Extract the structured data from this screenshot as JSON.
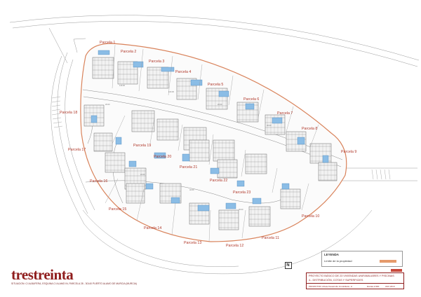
{
  "parcels": [
    {
      "label": "Parcela 1"
    },
    {
      "label": "Parcela 2"
    },
    {
      "label": "Parcela 3"
    },
    {
      "label": "Parcela 4"
    },
    {
      "label": "Parcela 5"
    },
    {
      "label": "Parcela 6"
    },
    {
      "label": "Parcela 7"
    },
    {
      "label": "Parcela 8"
    },
    {
      "label": "Parcela 9"
    },
    {
      "label": "Parcela 10"
    },
    {
      "label": "Parcela 11"
    },
    {
      "label": "Parcela 12"
    },
    {
      "label": "Parcela 13"
    },
    {
      "label": "Parcela 14"
    },
    {
      "label": "Parcela 15"
    },
    {
      "label": "Parcela 16"
    },
    {
      "label": "Parcela 17"
    },
    {
      "label": "Parcela 18"
    },
    {
      "label": "Parcela 19"
    },
    {
      "label": "Parcela 20"
    },
    {
      "label": "Parcela 21"
    },
    {
      "label": "Parcela 22"
    },
    {
      "label": "Parcela 23"
    }
  ],
  "dimensions": [
    "140.00",
    "100.00",
    "20.00",
    "30.00",
    "22.00",
    "40.00",
    "30.00",
    "20.00"
  ],
  "legend": {
    "title": "LEYENDA",
    "item": "Límite de la propiedad",
    "swatch_color": "#e59a6b"
  },
  "north": "N",
  "brand": {
    "name": "trestreinta",
    "subtitle": "SITUACION: C/ ALBUFERA, ESQUINA C/ ALAMO IN, PARCELA 28 - 30140 PUERTO ALAMO DE MURCIA (MURCIA)"
  },
  "title_block": {
    "project": "PROYECTO BÁSICO DE 23 VIVIENDAS UNIFAMILIARES Y PISCINAS",
    "sheet": "4.- DISTRIBUCIÓN, COTAS Y SUPERFICIES",
    "promotor": "PROMOTOR: Alzate Desarrollo Inmobiliario, sl",
    "scale": "Escala 1/300",
    "date": "Abril 2010"
  },
  "colors": {
    "property_line": "#d9835b",
    "pool": "#8bbde6",
    "brand": "#8f1d1d",
    "parcel_text": "#b0392b"
  }
}
